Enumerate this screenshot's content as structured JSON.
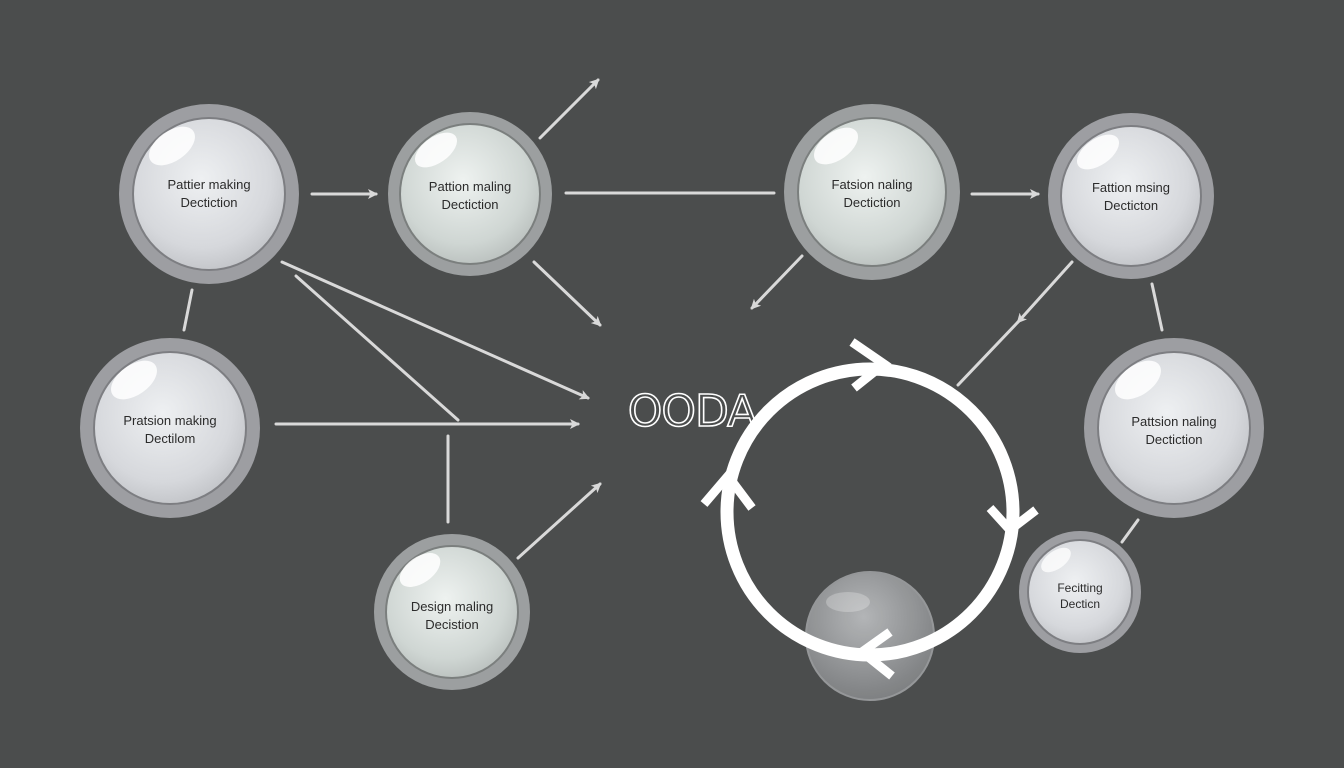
{
  "center_title": "OODA",
  "nodes": [
    {
      "id": "n1",
      "line1": "Pattier making",
      "line2": "Dectiction"
    },
    {
      "id": "n2",
      "line1": "Pattion maling",
      "line2": "Dectiction"
    },
    {
      "id": "n3",
      "line1": "Fatsion naling",
      "line2": "Dectiction"
    },
    {
      "id": "n4",
      "line1": "Fattion msing",
      "line2": "Decticton"
    },
    {
      "id": "n5",
      "line1": "Pratsion making",
      "line2": "Dectilom"
    },
    {
      "id": "n6",
      "line1": "Design maling",
      "line2": "Decistion"
    },
    {
      "id": "n7",
      "line1": "Pattsion naling",
      "line2": "Dectiction"
    },
    {
      "id": "n8",
      "line1": "Fecitting",
      "line2": "Decticn"
    }
  ],
  "colors": {
    "background": "#4b4d4d",
    "node_fill": "#d9dade",
    "node_ring": "#8e8f92",
    "connector": "#d9d9d9",
    "cycle": "#ffffff"
  }
}
